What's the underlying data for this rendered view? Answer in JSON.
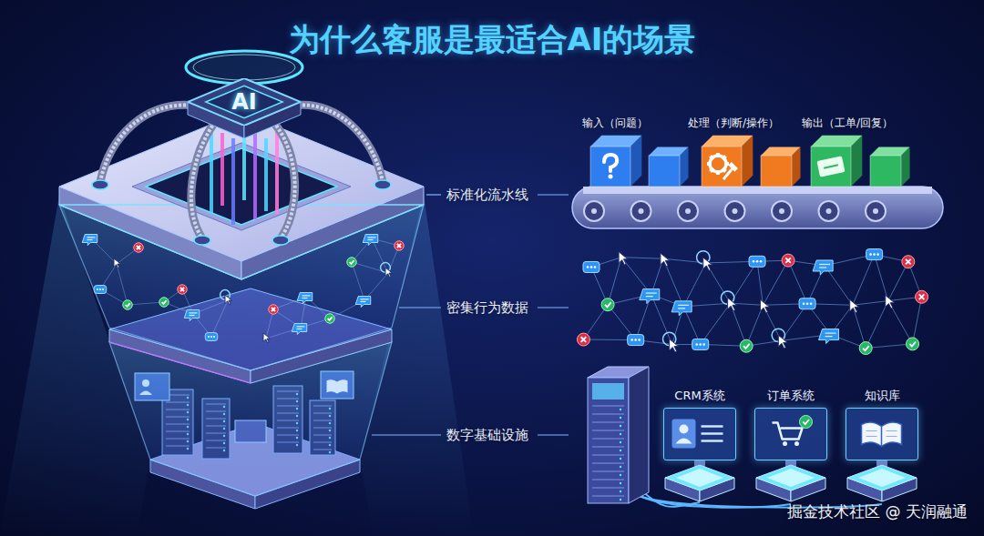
{
  "diagram": {
    "title": "为什么客服是最适合AI的场景",
    "nodes": [
      {
        "text": [
          "AI"
        ]
      },
      {
        "text": [
          "CRM系统"
        ]
      },
      {
        "text": [
          "订单系统"
        ]
      },
      {
        "text": [
          "知识库"
        ]
      }
    ],
    "labels": [
      "标准化流水线",
      "密集行为数据",
      "数字基础设施",
      "输入（问题）",
      "处理（判断/操作）",
      "输出（工单/回复）",
      "掘金技术社区 @ 天润融通"
    ]
  }
}
